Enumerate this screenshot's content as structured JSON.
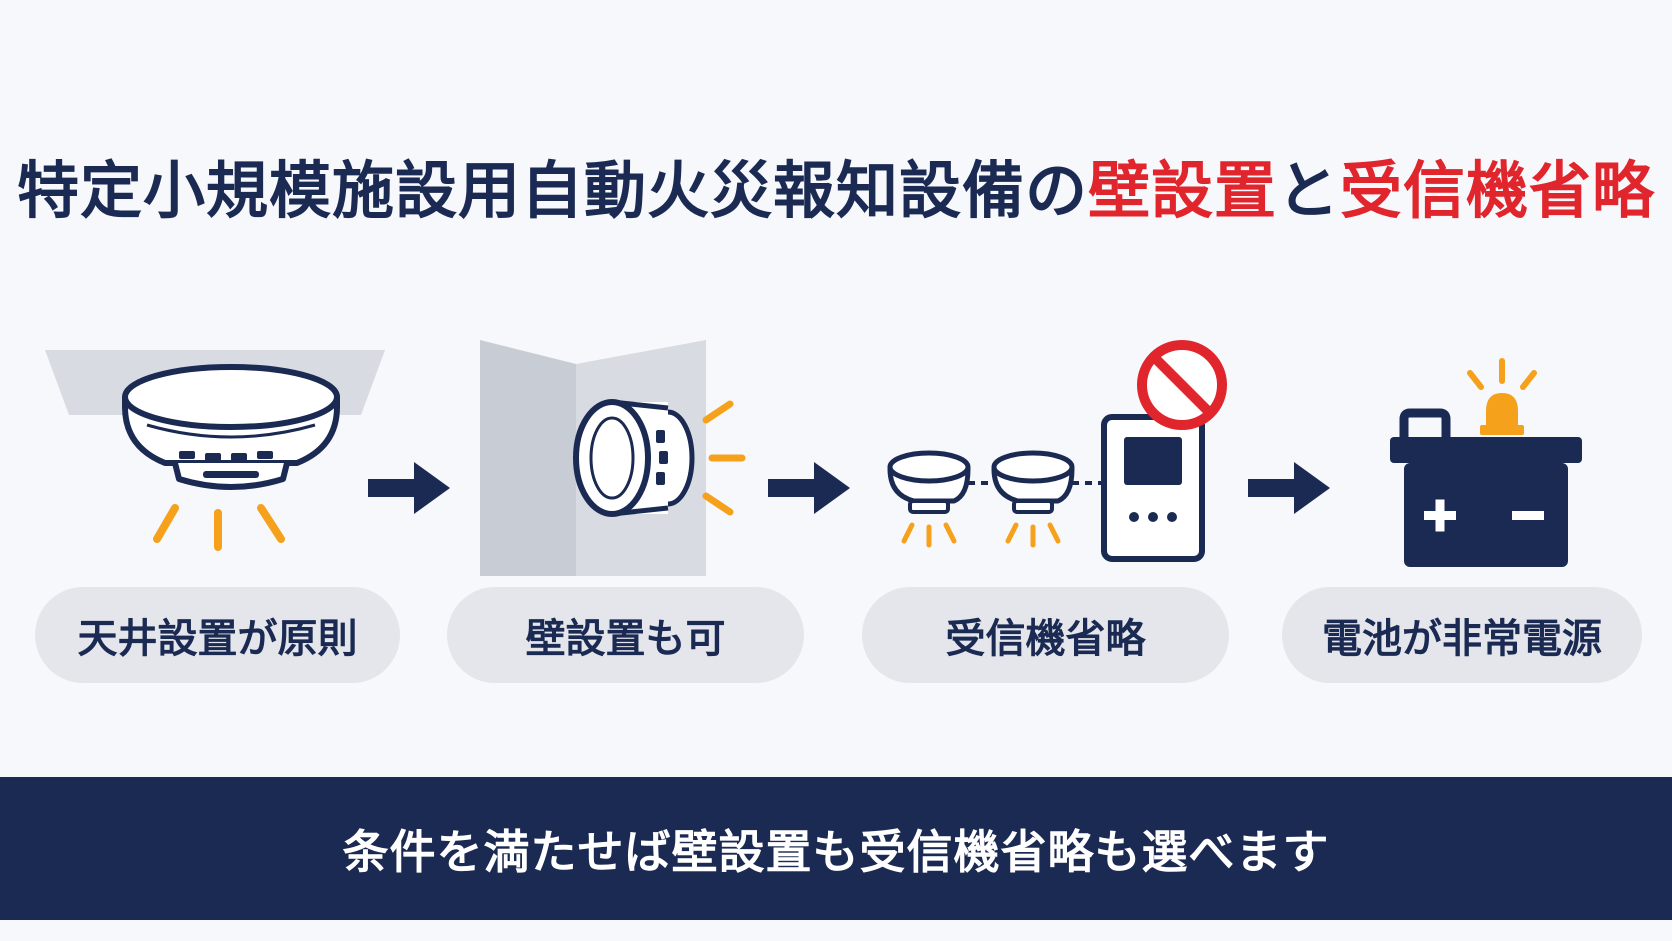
{
  "title": {
    "part1": "特定小規模施設用自動火災報知設備の",
    "accent1": "壁設置",
    "middle": "と",
    "accent2": "受信機省略"
  },
  "steps": [
    {
      "label": "天井設置が原則",
      "icon": "ceiling-smoke-detector-icon"
    },
    {
      "label": "壁設置も可",
      "icon": "wall-smoke-detector-icon"
    },
    {
      "label": "受信機省略",
      "icon": "linked-detectors-no-receiver-icon"
    },
    {
      "label": "電池が非常電源",
      "icon": "battery-alarm-icon"
    }
  ],
  "banner": "条件を満たせば壁設置も受信機省略も選べます",
  "colors": {
    "navy": "#1b2a52",
    "red": "#e0252c",
    "orange": "#f5a11c",
    "gray": "#d8dbe2",
    "pill": "#e4e6eb"
  }
}
